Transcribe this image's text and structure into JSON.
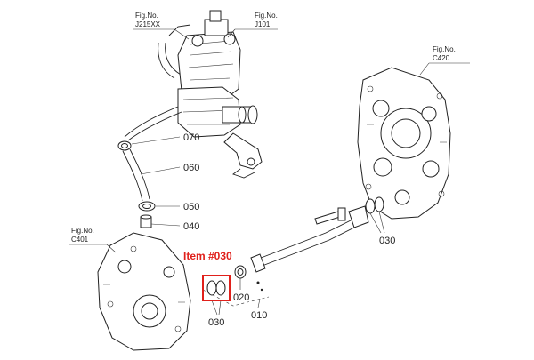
{
  "figures": {
    "j215": {
      "line1": "Fig.No.",
      "line2": "J215XX"
    },
    "j101": {
      "line1": "Fig.No.",
      "line2": "J101"
    },
    "c420": {
      "line1": "Fig.No.",
      "line2": "C420"
    },
    "c401": {
      "line1": "Fig.No.",
      "line2": "C401"
    }
  },
  "parts": {
    "p070": "070",
    "p060": "060",
    "p050": "050",
    "p040": "040",
    "p030_right": "030",
    "p020": "020",
    "p010": "010",
    "p030_left": "030"
  },
  "highlight": {
    "label": "Item #030",
    "color": "#e0201b"
  }
}
